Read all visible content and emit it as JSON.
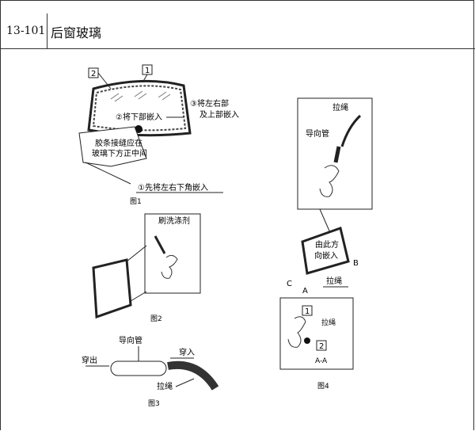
{
  "header": {
    "page_number": "13-101",
    "title": "后窗玻璃"
  },
  "fig1": {
    "caption": "图1",
    "callout_1": "1",
    "callout_2": "2",
    "step2": "②将下部嵌入",
    "step3_line1": "③将左右部",
    "step3_line2": "及上部嵌入",
    "note_line1": "胶条接缝应在",
    "note_line2": "玻璃下方正中间",
    "step1": "①先将左右下角嵌入"
  },
  "fig2": {
    "caption": "图2",
    "label": "刷洗涤剂"
  },
  "fig3": {
    "caption": "图3",
    "guide_tube": "导向管",
    "exit": "穿出",
    "enter": "穿入",
    "rope": "拉绳"
  },
  "fig4": {
    "caption": "图4",
    "rope_top": "拉绳",
    "guide_tube": "导向管",
    "dir_line1": "由此方",
    "dir_line2": "向嵌入",
    "label_b": "B",
    "label_c": "C",
    "label_a": "A",
    "rope_bottom": "拉绳",
    "callout_1": "1",
    "callout_2": "2",
    "rope_section": "拉绳",
    "section": "A-A"
  }
}
